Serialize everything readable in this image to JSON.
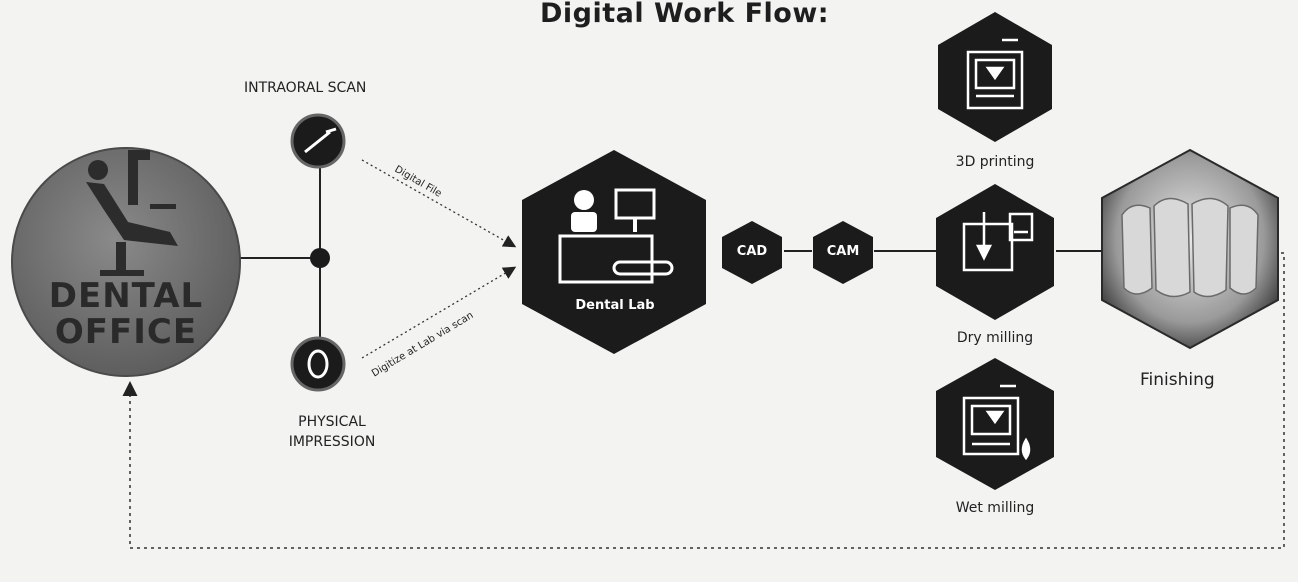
{
  "title": "Digital Work Flow:",
  "dental_office": {
    "line1": "DENTAL",
    "line2": "OFFICE"
  },
  "intraoral_scan": "INTRAORAL SCAN",
  "physical_impression": {
    "line1": "PHYSICAL",
    "line2": "IMPRESSION"
  },
  "arrow_digital_file": "Digital File",
  "arrow_digitize": "Digitize at Lab via scan",
  "dental_lab": "Dental Lab",
  "cad": "CAD",
  "cam": "CAM",
  "printing_3d": "3D printing",
  "dry_milling": "Dry milling",
  "wet_milling": "Wet milling",
  "finishing": "Finishing",
  "colors": {
    "hex_fill": "#1b1b1b",
    "office_fill": "#777777",
    "line": "#222222",
    "background": "#f3f3f1"
  }
}
